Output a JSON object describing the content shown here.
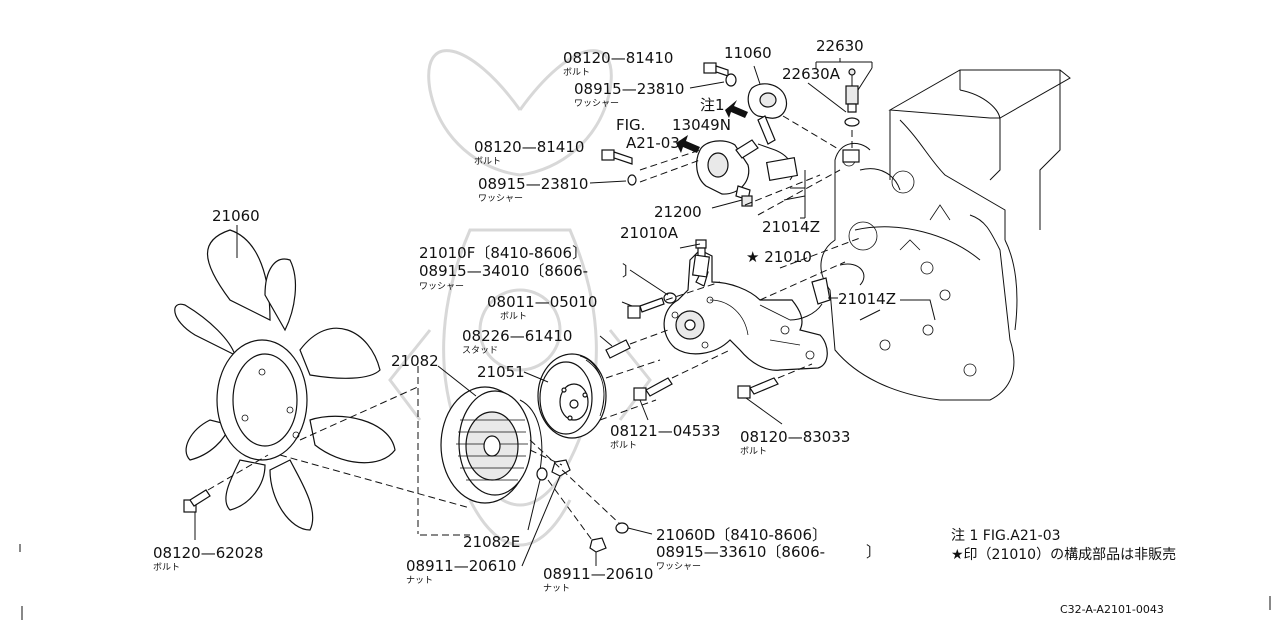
{
  "parts": {
    "p08120_81410_top": "08120—81410",
    "p08120_81410_top_sub": "ボルト",
    "p08915_23810_top": "08915—23810",
    "p08915_23810_top_sub": "ワッシャー",
    "p11060": "11060",
    "p22630": "22630",
    "p22630A": "22630A",
    "note1_marker": "注1",
    "fig_ref_line1": "FIG.",
    "fig_ref_line2": "A21-03",
    "p13049N": "13049N",
    "p08120_81410_mid": "08120—81410",
    "p08120_81410_mid_sub": "ボルト",
    "p08915_23810_mid": "08915—23810",
    "p08915_23810_mid_sub": "ワッシャー",
    "p21200": "21200",
    "p21014Z_top": "21014Z",
    "p21060": "21060",
    "p21010A": "21010A",
    "p21010F": "21010F〔8410-8606〕",
    "p08915_34010": "08915—34010〔8606-",
    "p08915_34010_sub": "ワッシャー",
    "p08915_34010_close": "〕",
    "p21010": "★ 21010",
    "p08011_05010": "08011—05010",
    "p08011_05010_sub": "ボルト",
    "p21014Z_bottom": "21014Z",
    "p08226_61410": "08226—61410",
    "p08226_61410_sub": "スタッド",
    "p21082": "21082",
    "p21051": "21051",
    "p08121_04533": "08121—04533",
    "p08121_04533_sub": "ボルト",
    "p08120_83033": "08120—83033",
    "p08120_83033_sub": "ボルト",
    "p08120_62028": "08120—62028",
    "p08120_62028_sub": "ボルト",
    "p21082E": "21082E",
    "p08911_20610_left": "08911—20610",
    "p08911_20610_left_sub": "ナット",
    "p08911_20610_right": "08911—20610",
    "p08911_20610_right_sub": "ナット",
    "p21060D": "21060D〔8410-8606〕",
    "p08915_33610": "08915—33610〔8606-",
    "p08915_33610_close": "〕",
    "p08915_33610_sub": "ワッシャー"
  },
  "notes": {
    "line1": "注 1  FIG.A21-03",
    "line2": "★印（21010）の構成部品は非販売"
  },
  "diagram_code": "C32-A-A2101-0043"
}
